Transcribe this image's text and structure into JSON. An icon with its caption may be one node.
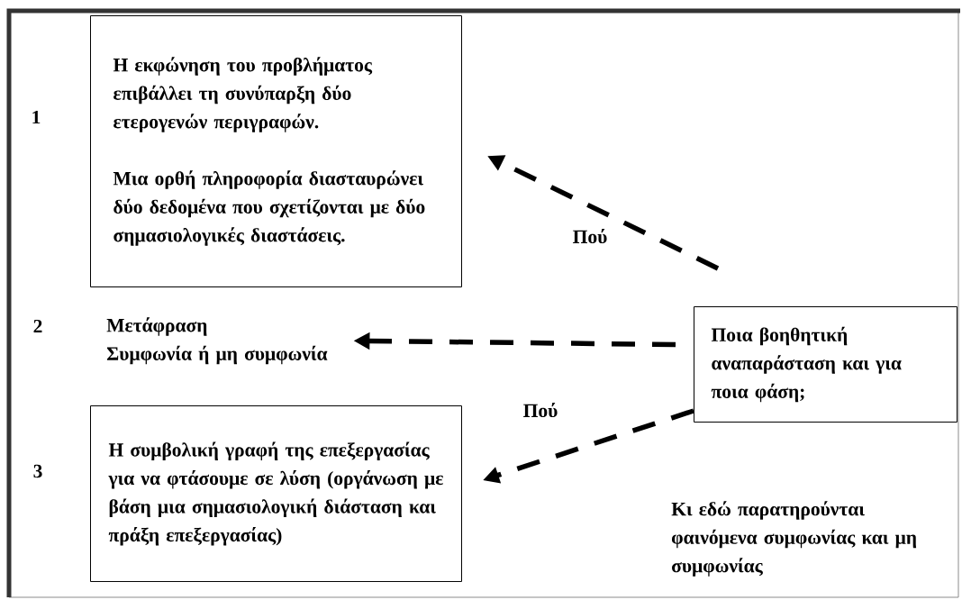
{
  "diagram": {
    "nodes": [
      {
        "text": [
          "Η εκφώνηση του προβλήματος επιβάλλει τη συνύπαρξη δύο ετερογενών περιγραφών.",
          "Μια ορθή πληροφορία διασταυρώνει δύο δεδομένα που σχετίζονται με δύο σημασιολογικές διαστάσεις."
        ]
      },
      {
        "text": [
          "Μετάφραση",
          "Συμφωνία ή μη συμφωνία"
        ]
      },
      {
        "text": [
          "Η συμβολική γραφή της επεξεργασίας για να φτάσουμε σε λύση (οργάνωση  με βάση μια σημασιολογική διάσταση και πράξη επεξεργασίας)"
        ]
      },
      {
        "text": [
          "Ποια βοηθητική αναπαράσταση και για ποια φάση;"
        ]
      }
    ],
    "edges": [
      {
        "from": 3,
        "to": 0,
        "arrow": "to",
        "label": "Πού",
        "style": "dashed"
      },
      {
        "from": 3,
        "to": 1,
        "arrow": "to",
        "style": "dashed"
      },
      {
        "from": 3,
        "to": 2,
        "arrow": "to",
        "label": "Πού",
        "style": "dashed"
      }
    ],
    "labels": [
      "1",
      "2",
      "3",
      "Κι εδώ παρατηρούνται φαινόμενα συμφωνίας και μη συμφωνίας"
    ]
  }
}
